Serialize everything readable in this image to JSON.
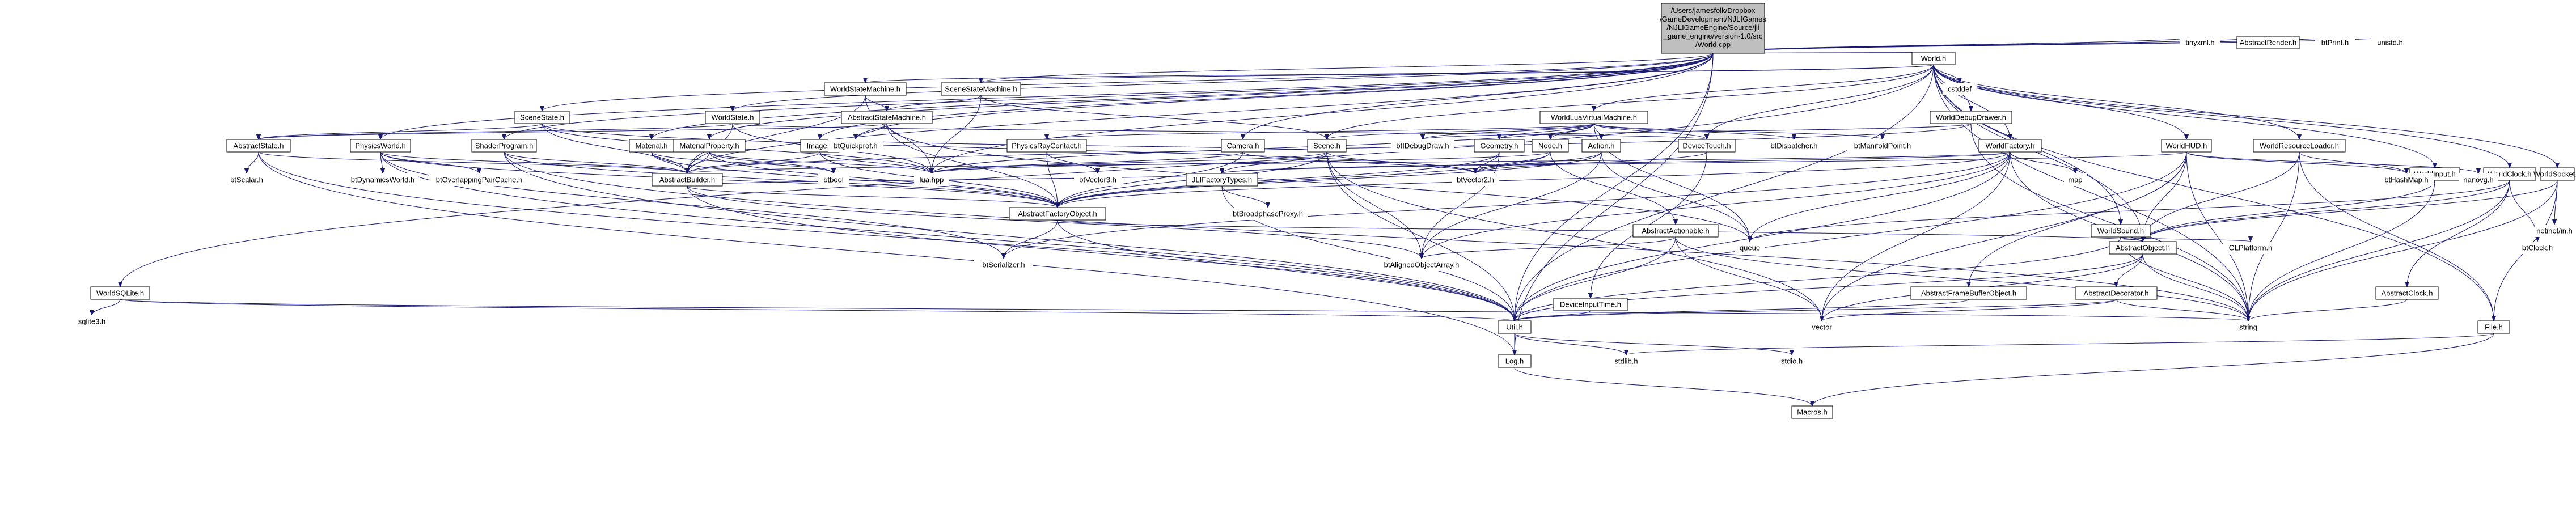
{
  "root": {
    "id": "root",
    "lines": [
      "/Users/jamesfolk/Dropbox",
      "/GameDevelopment/NJLIGames",
      "/NJLIGameEngine/Source/jli",
      "_game_engine/version-1.0/src",
      "/World.cpp"
    ]
  },
  "nodes": [
    {
      "id": "tinyxml",
      "label": "tinyxml.h"
    },
    {
      "id": "abstractrender",
      "label": "AbstractRender.h"
    },
    {
      "id": "btprint",
      "label": "btPrint.h"
    },
    {
      "id": "unistd",
      "label": "unistd.h"
    },
    {
      "id": "world",
      "label": "World.h"
    },
    {
      "id": "worldsm",
      "label": "WorldStateMachine.h"
    },
    {
      "id": "scenesm",
      "label": "SceneStateMachine.h"
    },
    {
      "id": "cstddef",
      "label": "cstddef"
    },
    {
      "id": "worldluavm",
      "label": "WorldLuaVirtualMachine.h"
    },
    {
      "id": "worlddebugdrawer",
      "label": "WorldDebugDrawer.h"
    },
    {
      "id": "scenestate",
      "label": "SceneState.h"
    },
    {
      "id": "worldstate",
      "label": "WorldState.h"
    },
    {
      "id": "abstractsm",
      "label": "AbstractStateMachine.h"
    },
    {
      "id": "abstractstate",
      "label": "AbstractState.h"
    },
    {
      "id": "physicsworld",
      "label": "PhysicsWorld.h"
    },
    {
      "id": "shaderprogram",
      "label": "ShaderProgram.h"
    },
    {
      "id": "material",
      "label": "Material.h"
    },
    {
      "id": "materialproperty",
      "label": "MaterialProperty.h"
    },
    {
      "id": "image",
      "label": "Image.h"
    },
    {
      "id": "physicsraycontact",
      "label": "PhysicsRayContact.h"
    },
    {
      "id": "camera",
      "label": "Camera.h"
    },
    {
      "id": "scene",
      "label": "Scene.h"
    },
    {
      "id": "btdebugdraw",
      "label": "btIDebugDraw.h"
    },
    {
      "id": "geometry",
      "label": "Geometry.h"
    },
    {
      "id": "node",
      "label": "Node.h"
    },
    {
      "id": "action",
      "label": "Action.h"
    },
    {
      "id": "devicetouch",
      "label": "DeviceTouch.h"
    },
    {
      "id": "btquickprof",
      "label": "btQuickprof.h"
    },
    {
      "id": "btdispatcher",
      "label": "btDispatcher.h"
    },
    {
      "id": "btmanifoldpoint",
      "label": "btManifoldPoint.h"
    },
    {
      "id": "worldfactory",
      "label": "WorldFactory.h"
    },
    {
      "id": "worldhud",
      "label": "WorldHUD.h"
    },
    {
      "id": "worldresourceloader",
      "label": "WorldResourceLoader.h"
    },
    {
      "id": "worldinput",
      "label": "WorldInput.h"
    },
    {
      "id": "worldclock",
      "label": "WorldClock.h"
    },
    {
      "id": "worldsocket",
      "label": "WorldSocket.h"
    },
    {
      "id": "btscalar",
      "label": "btScalar.h"
    },
    {
      "id": "btdynamicsworld",
      "label": "btDynamicsWorld.h"
    },
    {
      "id": "btoverlappingpaircache",
      "label": "btOverlappingPairCache.h"
    },
    {
      "id": "abstractbuilder",
      "label": "AbstractBuilder.h"
    },
    {
      "id": "btbool",
      "label": "btbool"
    },
    {
      "id": "luahpp",
      "label": "lua.hpp"
    },
    {
      "id": "btvector3",
      "label": "btVector3.h"
    },
    {
      "id": "jlifactorytypes",
      "label": "JLIFactoryTypes.h"
    },
    {
      "id": "btvector2",
      "label": "btVector2.h"
    },
    {
      "id": "map",
      "label": "map"
    },
    {
      "id": "bthashmap",
      "label": "btHashMap.h"
    },
    {
      "id": "nanovg",
      "label": "nanovg.h"
    },
    {
      "id": "abstractfactoryobject",
      "label": "AbstractFactoryObject.h"
    },
    {
      "id": "btbroadphaseproxy",
      "label": "btBroadphaseProxy.h"
    },
    {
      "id": "abstractactionable",
      "label": "AbstractActionable.h"
    },
    {
      "id": "worldsound",
      "label": "WorldSound.h"
    },
    {
      "id": "queue",
      "label": "queue"
    },
    {
      "id": "abstractobject",
      "label": "AbstractObject.h"
    },
    {
      "id": "glplatform",
      "label": "GLPlatform.h"
    },
    {
      "id": "btclock",
      "label": "btClock.h"
    },
    {
      "id": "netinetin",
      "label": "netinet/in.h"
    },
    {
      "id": "btserializer",
      "label": "btSerializer.h"
    },
    {
      "id": "btalignedobjectarray",
      "label": "btAlignedObjectArray.h"
    },
    {
      "id": "worldsqlite",
      "label": "WorldSQLite.h"
    },
    {
      "id": "abstractframebufferobject",
      "label": "AbstractFrameBufferObject.h"
    },
    {
      "id": "deviceinputtime",
      "label": "DeviceInputTime.h"
    },
    {
      "id": "abstractdecorator",
      "label": "AbstractDecorator.h"
    },
    {
      "id": "abstractclock",
      "label": "AbstractClock.h"
    },
    {
      "id": "sqlite3",
      "label": "sqlite3.h"
    },
    {
      "id": "util",
      "label": "Util.h"
    },
    {
      "id": "vector",
      "label": "vector"
    },
    {
      "id": "string",
      "label": "string"
    },
    {
      "id": "file",
      "label": "File.h"
    },
    {
      "id": "stdioh",
      "label": "stdio.h"
    },
    {
      "id": "logh",
      "label": "Log.h"
    },
    {
      "id": "stdlibh",
      "label": "stdlib.h"
    },
    {
      "id": "macros",
      "label": "Macros.h"
    }
  ],
  "edges": [
    [
      "root",
      "tinyxml"
    ],
    [
      "root",
      "abstractrender"
    ],
    [
      "root",
      "btprint"
    ],
    [
      "root",
      "unistd"
    ],
    [
      "root",
      "world"
    ],
    [
      "root",
      "scenesm"
    ],
    [
      "root",
      "scenestate"
    ],
    [
      "root",
      "worldstate"
    ],
    [
      "root",
      "physicsworld"
    ],
    [
      "root",
      "shaderprogram"
    ],
    [
      "root",
      "material"
    ],
    [
      "root",
      "materialproperty"
    ],
    [
      "root",
      "image"
    ],
    [
      "root",
      "btquickprof"
    ],
    [
      "root",
      "util"
    ],
    [
      "root",
      "logh"
    ],
    [
      "root",
      "luahpp"
    ],
    [
      "root",
      "abstractbuilder"
    ],
    [
      "root",
      "camera"
    ],
    [
      "world",
      "worldsm"
    ],
    [
      "world",
      "scenesm"
    ],
    [
      "world",
      "cstddef"
    ],
    [
      "world",
      "worldluavm"
    ],
    [
      "world",
      "worlddebugdrawer"
    ],
    [
      "world",
      "worldfactory"
    ],
    [
      "world",
      "worldhud"
    ],
    [
      "world",
      "worldresourceloader"
    ],
    [
      "world",
      "worldinput"
    ],
    [
      "world",
      "worldclock"
    ],
    [
      "world",
      "worldsocket"
    ],
    [
      "world",
      "worldsound"
    ],
    [
      "world",
      "worldsqlite"
    ],
    [
      "world",
      "util"
    ],
    [
      "world",
      "string"
    ],
    [
      "world",
      "scene"
    ],
    [
      "world",
      "devicetouch"
    ],
    [
      "world",
      "abstractobject"
    ],
    [
      "world",
      "file"
    ],
    [
      "worldsm",
      "abstractsm"
    ],
    [
      "worldsm",
      "abstractbuilder"
    ],
    [
      "worldsm",
      "luahpp"
    ],
    [
      "scenesm",
      "abstractsm"
    ],
    [
      "scenesm",
      "scene"
    ],
    [
      "scenesm",
      "luahpp"
    ],
    [
      "abstractsm",
      "abstractstate"
    ],
    [
      "abstractsm",
      "btquickprof"
    ],
    [
      "abstractsm",
      "abstractfactoryobject"
    ],
    [
      "abstractsm",
      "queue"
    ],
    [
      "abstractstate",
      "btscalar"
    ],
    [
      "abstractstate",
      "util"
    ],
    [
      "abstractstate",
      "logh"
    ],
    [
      "abstractstate",
      "abstractbuilder"
    ],
    [
      "scenestate",
      "abstractstate"
    ],
    [
      "scenestate",
      "abstractbuilder"
    ],
    [
      "scenestate",
      "luahpp"
    ],
    [
      "scenestate",
      "btvector2"
    ],
    [
      "worldstate",
      "abstractstate"
    ],
    [
      "worldstate",
      "abstractbuilder"
    ],
    [
      "worldstate",
      "luahpp"
    ],
    [
      "worldstate",
      "devicetouch"
    ],
    [
      "worldluavm",
      "physicsraycontact"
    ],
    [
      "worldluavm",
      "btdebugdraw"
    ],
    [
      "worldluavm",
      "geometry"
    ],
    [
      "worldluavm",
      "node"
    ],
    [
      "worldluavm",
      "action"
    ],
    [
      "worldluavm",
      "devicetouch"
    ],
    [
      "worldluavm",
      "btdispatcher"
    ],
    [
      "worldluavm",
      "btmanifoldpoint"
    ],
    [
      "worldluavm",
      "luahpp"
    ],
    [
      "worldluavm",
      "scene"
    ],
    [
      "worldluavm",
      "queue"
    ],
    [
      "worlddebugdrawer",
      "btdebugdraw"
    ],
    [
      "worlddebugdrawer",
      "abstractbuilder"
    ],
    [
      "worlddebugdrawer",
      "string"
    ],
    [
      "physicsworld",
      "btdynamicsworld"
    ],
    [
      "physicsworld",
      "btoverlappingpaircache"
    ],
    [
      "physicsworld",
      "abstractbuilder"
    ],
    [
      "physicsworld",
      "abstractfactoryobject"
    ],
    [
      "physicsworld",
      "btserializer"
    ],
    [
      "physicsworld",
      "util"
    ],
    [
      "shaderprogram",
      "abstractbuilder"
    ],
    [
      "shaderprogram",
      "abstractfactoryobject"
    ],
    [
      "shaderprogram",
      "util"
    ],
    [
      "shaderprogram",
      "string"
    ],
    [
      "material",
      "abstractbuilder"
    ],
    [
      "material",
      "abstractfactoryobject"
    ],
    [
      "material",
      "btbool"
    ],
    [
      "materialproperty",
      "abstractbuilder"
    ],
    [
      "materialproperty",
      "abstractfactoryobject"
    ],
    [
      "materialproperty",
      "btbool"
    ],
    [
      "materialproperty",
      "luahpp"
    ],
    [
      "image",
      "abstractbuilder"
    ],
    [
      "image",
      "abstractfactoryobject"
    ],
    [
      "image",
      "luahpp"
    ],
    [
      "physicsraycontact",
      "abstractfactoryobject"
    ],
    [
      "physicsraycontact",
      "btvector3"
    ],
    [
      "camera",
      "abstractfactoryobject"
    ],
    [
      "camera",
      "luahpp"
    ],
    [
      "camera",
      "btvector2"
    ],
    [
      "scene",
      "abstractfactoryobject"
    ],
    [
      "scene",
      "btvector2"
    ],
    [
      "scene",
      "btalignedobjectarray"
    ],
    [
      "scene",
      "luahpp"
    ],
    [
      "scene",
      "util"
    ],
    [
      "scene",
      "jlifactorytypes"
    ],
    [
      "scene",
      "vector"
    ],
    [
      "scene",
      "btquickprof"
    ],
    [
      "geometry",
      "abstractfactoryobject"
    ],
    [
      "geometry",
      "btvector2"
    ],
    [
      "geometry",
      "btalignedobjectarray"
    ],
    [
      "node",
      "abstractfactoryobject"
    ],
    [
      "node",
      "abstractactionable"
    ],
    [
      "node",
      "btvector2"
    ],
    [
      "node",
      "luahpp"
    ],
    [
      "action",
      "abstractfactoryobject"
    ],
    [
      "action",
      "btvector2"
    ],
    [
      "action",
      "btalignedobjectarray"
    ],
    [
      "action",
      "queue"
    ],
    [
      "devicetouch",
      "deviceinputtime"
    ],
    [
      "devicetouch",
      "btvector2"
    ],
    [
      "worldfactory",
      "abstractbuilder"
    ],
    [
      "worldfactory",
      "abstractfactoryobject"
    ],
    [
      "worldfactory",
      "jlifactorytypes"
    ],
    [
      "worldfactory",
      "map"
    ],
    [
      "worldfactory",
      "btalignedobjectarray"
    ],
    [
      "worldfactory",
      "util"
    ],
    [
      "worldfactory",
      "string"
    ],
    [
      "worldfactory",
      "vector"
    ],
    [
      "worldfactory",
      "btserializer"
    ],
    [
      "worldfactory",
      "queue"
    ],
    [
      "worldhud",
      "abstractobject"
    ],
    [
      "worldhud",
      "nanovg"
    ],
    [
      "worldhud",
      "bthashmap"
    ],
    [
      "worldhud",
      "jlifactorytypes"
    ],
    [
      "worldhud",
      "abstractframebufferobject"
    ],
    [
      "worldhud",
      "string"
    ],
    [
      "worldhud",
      "vector"
    ],
    [
      "worldhud",
      "util"
    ],
    [
      "worldresourceloader",
      "abstractobject"
    ],
    [
      "worldresourceloader",
      "bthashmap"
    ],
    [
      "worldresourceloader",
      "file"
    ],
    [
      "worldresourceloader",
      "string"
    ],
    [
      "worldinput",
      "abstractobject"
    ],
    [
      "worldinput",
      "string"
    ],
    [
      "worldclock",
      "abstractobject"
    ],
    [
      "worldclock",
      "abstractclock"
    ],
    [
      "worldclock",
      "btclock"
    ],
    [
      "worldclock",
      "string"
    ],
    [
      "worldclock",
      "queue"
    ],
    [
      "worldsocket",
      "abstractobject"
    ],
    [
      "worldsocket",
      "netinetin"
    ],
    [
      "worldsocket",
      "string"
    ],
    [
      "worldsocket",
      "file"
    ],
    [
      "worldsound",
      "abstractobject"
    ],
    [
      "worldsound",
      "glplatform"
    ],
    [
      "worldsound",
      "string"
    ],
    [
      "worldsound",
      "util"
    ],
    [
      "worldsqlite",
      "sqlite3"
    ],
    [
      "worldsqlite",
      "util"
    ],
    [
      "worldsqlite",
      "string"
    ],
    [
      "abstractbuilder",
      "abstractfactoryobject"
    ],
    [
      "abstractbuilder",
      "jlifactorytypes"
    ],
    [
      "abstractbuilder",
      "util"
    ],
    [
      "abstractbuilder",
      "btalignedobjectarray"
    ],
    [
      "jlifactorytypes",
      "btbroadphaseproxy"
    ],
    [
      "jlifactorytypes",
      "util"
    ],
    [
      "abstractfactoryobject",
      "abstractobject"
    ],
    [
      "abstractfactoryobject",
      "btserializer"
    ],
    [
      "abstractfactoryobject",
      "util"
    ],
    [
      "abstractactionable",
      "btalignedobjectarray"
    ],
    [
      "abstractactionable",
      "util"
    ],
    [
      "abstractactionable",
      "string"
    ],
    [
      "abstractactionable",
      "vector"
    ],
    [
      "abstractobject",
      "abstractdecorator"
    ],
    [
      "abstractobject",
      "util"
    ],
    [
      "abstractobject",
      "string"
    ],
    [
      "abstractobject",
      "vector"
    ],
    [
      "abstractdecorator",
      "util"
    ],
    [
      "abstractdecorator",
      "string"
    ],
    [
      "abstractdecorator",
      "vector"
    ],
    [
      "abstractframebufferobject",
      "util"
    ],
    [
      "deviceinputtime",
      "util"
    ],
    [
      "abstractclock",
      "string"
    ],
    [
      "util",
      "stdioh"
    ],
    [
      "util",
      "stdlibh"
    ],
    [
      "util",
      "logh"
    ],
    [
      "file",
      "stdlibh"
    ],
    [
      "file",
      "macros"
    ],
    [
      "logh",
      "macros"
    ]
  ]
}
